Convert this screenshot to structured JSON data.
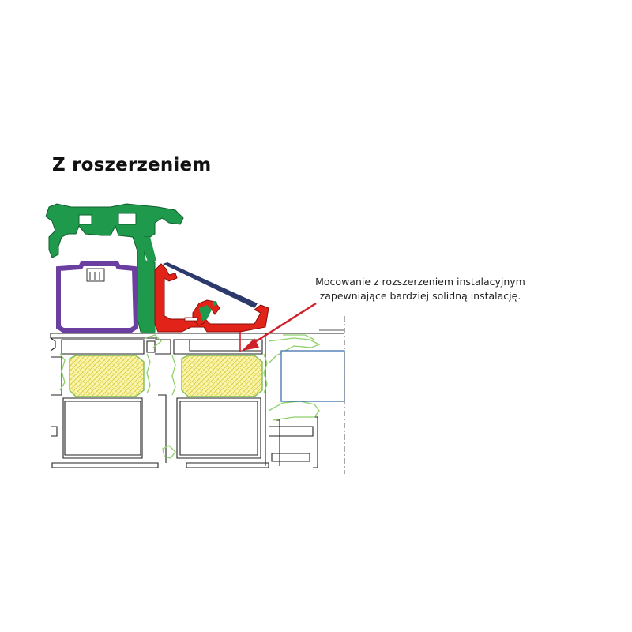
{
  "title": "Z roszerzeniem",
  "annotation": {
    "line1": "Mocowanie z rozszerzeniem instalacyjnym",
    "line2": "zapewniające bardziej solidną instalację."
  },
  "colors": {
    "green_profile": "#1f9a4c",
    "red_extension": "#e2231a",
    "purple_frame": "#6b3fa0",
    "navy_cover": "#2b3a6b",
    "insulation": "#f3ee3a",
    "seal_outline": "#9bd47a",
    "frame_line": "#222222",
    "arrow": "#d0202a",
    "wall_box": "#3366aa"
  }
}
